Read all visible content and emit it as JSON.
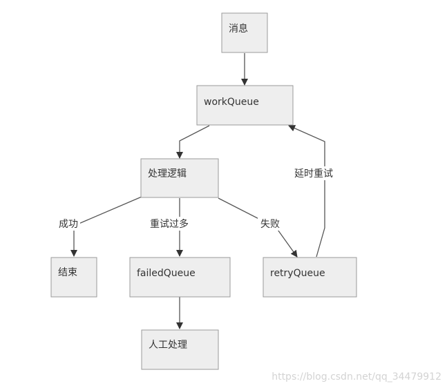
{
  "nodes": {
    "message": "消息",
    "workQueue": "workQueue",
    "process": "处理逻辑",
    "end": "结束",
    "failedQueue": "failedQueue",
    "retryQueue": "retryQueue",
    "manual": "人工处理"
  },
  "edges": {
    "success": "成功",
    "too_many_retries": "重试过多",
    "failure": "失败",
    "delayed_retry": "延时重试"
  },
  "watermark": "https://blog.csdn.net/qq_34479912",
  "colors": {
    "node_fill": "#eeeeee",
    "node_border": "#9a9a9a",
    "edge": "#555555",
    "text": "#333333",
    "watermark": "#d3d3d3"
  }
}
